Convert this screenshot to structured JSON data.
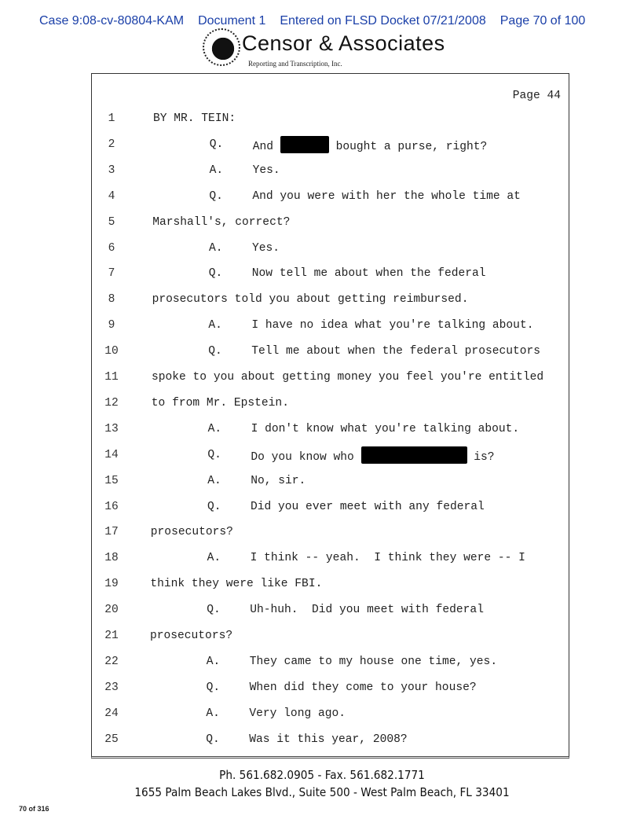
{
  "header": {
    "case": "Case 9:08-cv-80804-KAM",
    "document": "Document 1",
    "entered": "Entered on FLSD Docket 07/21/2008",
    "page": "Page 70 of 100"
  },
  "logo": {
    "name": "Censor & Associates",
    "subtitle": "Reporting and Transcription, Inc."
  },
  "transcript": {
    "page_label": "Page 44",
    "lines": [
      {
        "n": "1",
        "indent": "speaker",
        "text": "BY MR. TEIN:"
      },
      {
        "n": "2",
        "indent": "qa",
        "label": "Q.",
        "text": "And",
        "redacted": true,
        "after": "bought a purse, right?"
      },
      {
        "n": "3",
        "indent": "qa",
        "label": "A.",
        "text": "Yes."
      },
      {
        "n": "4",
        "indent": "qa",
        "label": "Q.",
        "text": "And you were with her the whole time at"
      },
      {
        "n": "5",
        "indent": "cont",
        "text": "Marshall's, correct?"
      },
      {
        "n": "6",
        "indent": "qa",
        "label": "A.",
        "text": "Yes."
      },
      {
        "n": "7",
        "indent": "qa",
        "label": "Q.",
        "text": "Now tell me about when the federal"
      },
      {
        "n": "8",
        "indent": "cont",
        "text": "prosecutors told you about getting reimbursed."
      },
      {
        "n": "9",
        "indent": "qa",
        "label": "A.",
        "text": "I have no idea what you're talking about."
      },
      {
        "n": "10",
        "indent": "qa",
        "label": "Q.",
        "text": "Tell me about when the federal prosecutors"
      },
      {
        "n": "11",
        "indent": "cont",
        "text": "spoke to you about getting money you feel you're entitled"
      },
      {
        "n": "12",
        "indent": "cont",
        "text": "to from Mr. Epstein."
      },
      {
        "n": "13",
        "indent": "qa",
        "label": "A.",
        "text": "I don't know what you're talking about."
      },
      {
        "n": "14",
        "indent": "qa",
        "label": "Q.",
        "text": "Do you know who",
        "redacted": true,
        "after": "is?"
      },
      {
        "n": "15",
        "indent": "qa",
        "label": "A.",
        "text": "No, sir."
      },
      {
        "n": "16",
        "indent": "qa",
        "label": "Q.",
        "text": "Did you ever meet with any federal"
      },
      {
        "n": "17",
        "indent": "cont",
        "text": "prosecutors?"
      },
      {
        "n": "18",
        "indent": "qa",
        "label": "A.",
        "text": "I think -- yeah.  I think they were -- I"
      },
      {
        "n": "19",
        "indent": "cont",
        "text": "think they were like FBI."
      },
      {
        "n": "20",
        "indent": "qa",
        "label": "Q.",
        "text": "Uh-huh.  Did you meet with federal"
      },
      {
        "n": "21",
        "indent": "cont",
        "text": "prosecutors?"
      },
      {
        "n": "22",
        "indent": "qa",
        "label": "A.",
        "text": "They came to my house one time, yes."
      },
      {
        "n": "23",
        "indent": "qa",
        "label": "Q.",
        "text": "When did they come to your house?"
      },
      {
        "n": "24",
        "indent": "qa",
        "label": "A.",
        "text": "Very long ago."
      },
      {
        "n": "25",
        "indent": "qa",
        "label": "Q.",
        "text": "Was it this year, 2008?"
      }
    ]
  },
  "footer": {
    "phone": "Ph. 561.682.0905 - Fax. 561.682.1771",
    "address": "1655 Palm Beach Lakes Blvd., Suite 500 - West Palm Beach, FL 33401",
    "count": "70 of 316"
  }
}
